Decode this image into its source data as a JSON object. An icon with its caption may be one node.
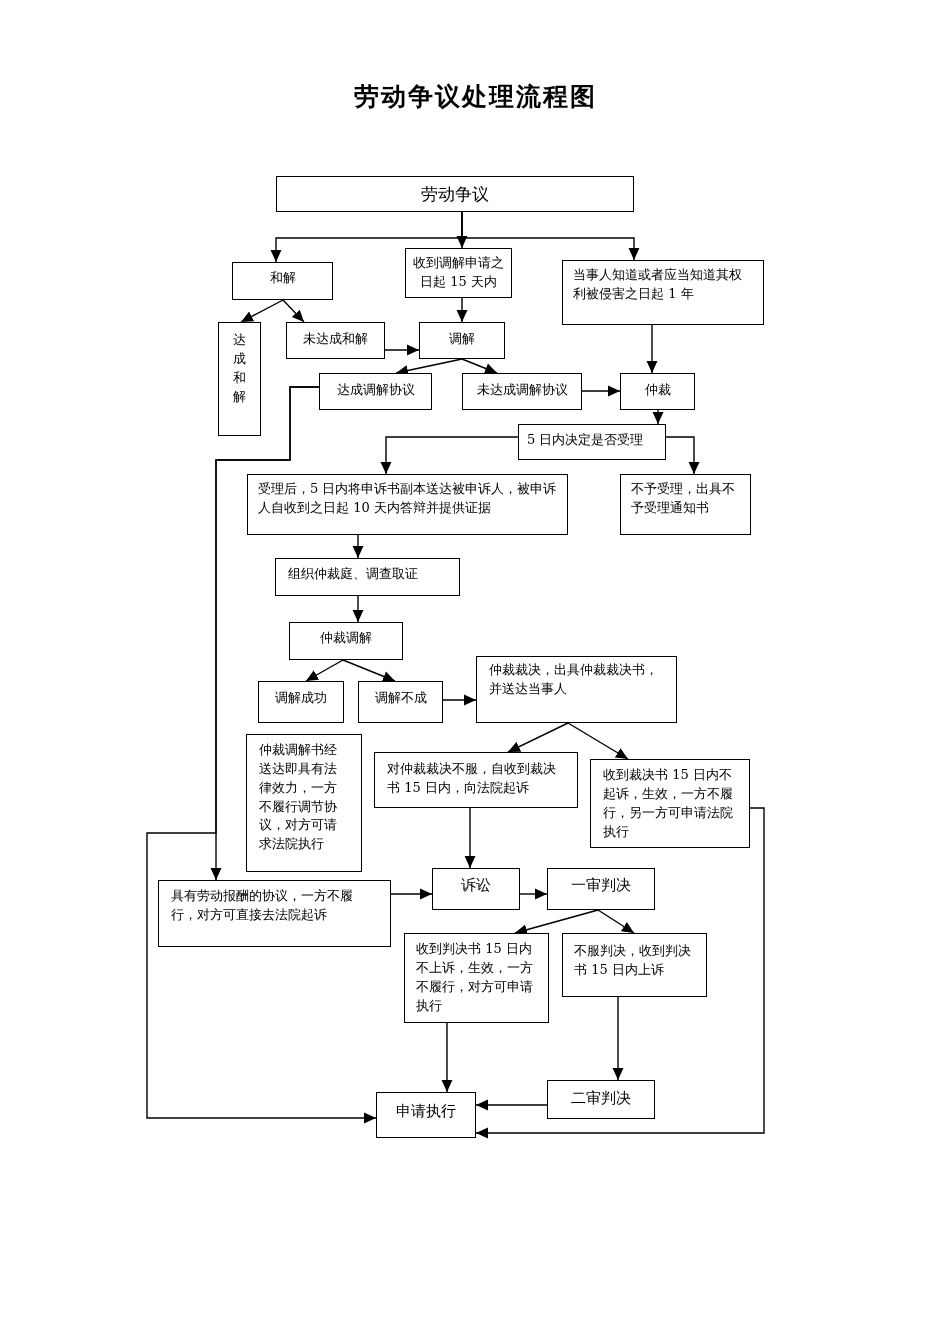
{
  "diagram": {
    "title": "劳动争议处理流程图",
    "nodes": [
      {
        "text": [
          "劳动争议"
        ]
      },
      {
        "text": [
          "和解"
        ]
      },
      {
        "text": [
          "收到调解申请之日起 15 天内"
        ]
      },
      {
        "text": [
          "当事人知道或者应当知道其权利被侵害之日起 1 年"
        ]
      },
      {
        "text": [
          "达成和解"
        ]
      },
      {
        "text": [
          "未达成和解"
        ]
      },
      {
        "text": [
          "调解"
        ]
      },
      {
        "text": [
          "达成调解协议"
        ]
      },
      {
        "text": [
          "未达成调解协议"
        ]
      },
      {
        "text": [
          "仲裁"
        ]
      },
      {
        "text": [
          "5 日内决定是否受理"
        ]
      },
      {
        "text": [
          "受理后，5 日内将申诉书副本送达被申诉人，被申诉人自收到之日起 10 天内答辩并提供证据"
        ]
      },
      {
        "text": [
          "不予受理，出具不予受理通知书"
        ]
      },
      {
        "text": [
          "组织仲裁庭、调查取证"
        ]
      },
      {
        "text": [
          "仲裁调解"
        ]
      },
      {
        "text": [
          "调解成功"
        ]
      },
      {
        "text": [
          "调解不成"
        ]
      },
      {
        "text": [
          "仲裁裁决，出具仲裁裁决书，并送达当事人"
        ]
      },
      {
        "text": [
          "仲裁调解书经送达即具有法律效力，一方不履行调节协议，对方可请求法院执行"
        ]
      },
      {
        "text": [
          "对仲裁裁决不服，自收到裁决书 15 日内，向法院起诉"
        ]
      },
      {
        "text": [
          "收到裁决书 15 日内不起诉，生效，一方不履行，另一方可申请法院执行"
        ]
      },
      {
        "text": [
          "具有劳动报酬的协议，一方不履行，对方可直接去法院起诉"
        ]
      },
      {
        "text": [
          "诉讼"
        ]
      },
      {
        "text": [
          "一审判决"
        ]
      },
      {
        "text": [
          "收到判决书 15 日内不上诉，生效，一方不履行，对方可申请执行"
        ]
      },
      {
        "text": [
          "不服判决，收到判决书 15 日内上诉"
        ]
      },
      {
        "text": [
          "二审判决"
        ]
      },
      {
        "text": [
          "申请执行"
        ]
      }
    ],
    "edges": [
      {
        "from": 0,
        "to": 1,
        "arrow": "to"
      },
      {
        "from": 0,
        "to": 2,
        "arrow": "to"
      },
      {
        "from": 0,
        "to": 3,
        "arrow": "to"
      },
      {
        "from": 1,
        "to": 4,
        "arrow": "to"
      },
      {
        "from": 1,
        "to": 5,
        "arrow": "to"
      },
      {
        "from": 2,
        "to": 6,
        "arrow": "to"
      },
      {
        "from": 5,
        "to": 6,
        "arrow": "to"
      },
      {
        "from": 6,
        "to": 7,
        "arrow": "to"
      },
      {
        "from": 6,
        "to": 8,
        "arrow": "to"
      },
      {
        "from": 8,
        "to": 9,
        "arrow": "to"
      },
      {
        "from": 3,
        "to": 9,
        "arrow": "to"
      },
      {
        "from": 9,
        "to": 10,
        "arrow": "to"
      },
      {
        "from": 10,
        "to": 11,
        "arrow": "to"
      },
      {
        "from": 10,
        "to": 12,
        "arrow": "to"
      },
      {
        "from": 11,
        "to": 13,
        "arrow": "to"
      },
      {
        "from": 13,
        "to": 14,
        "arrow": "to"
      },
      {
        "from": 14,
        "to": 15,
        "arrow": "to"
      },
      {
        "from": 14,
        "to": 16,
        "arrow": "to"
      },
      {
        "from": 16,
        "to": 17,
        "arrow": "to"
      },
      {
        "from": 17,
        "to": 19,
        "arrow": "to"
      },
      {
        "from": 17,
        "to": 20,
        "arrow": "to"
      },
      {
        "from": 7,
        "to": 21,
        "arrow": "to"
      },
      {
        "from": 7,
        "to": 27,
        "arrow": "to"
      },
      {
        "from": 19,
        "to": 22,
        "arrow": "to"
      },
      {
        "from": 21,
        "to": 22,
        "arrow": "to"
      },
      {
        "from": 22,
        "to": 23,
        "arrow": "to"
      },
      {
        "from": 23,
        "to": 24,
        "arrow": "to"
      },
      {
        "from": 23,
        "to": 25,
        "arrow": "to"
      },
      {
        "from": 24,
        "to": 27,
        "arrow": "to"
      },
      {
        "from": 25,
        "to": 26,
        "arrow": "to"
      },
      {
        "from": 26,
        "to": 27,
        "arrow": "to"
      },
      {
        "from": 20,
        "to": 27,
        "arrow": "to"
      }
    ]
  }
}
